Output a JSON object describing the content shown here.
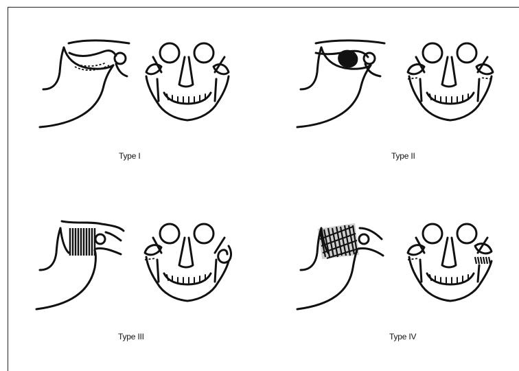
{
  "figures": [
    {
      "caption": "Type I",
      "variant": "disc-outline"
    },
    {
      "caption": "Type II",
      "variant": "disc-solid"
    },
    {
      "caption": "Type III",
      "variant": "block-hatched"
    },
    {
      "caption": "Type IV",
      "variant": "block-hatched-wide"
    }
  ]
}
